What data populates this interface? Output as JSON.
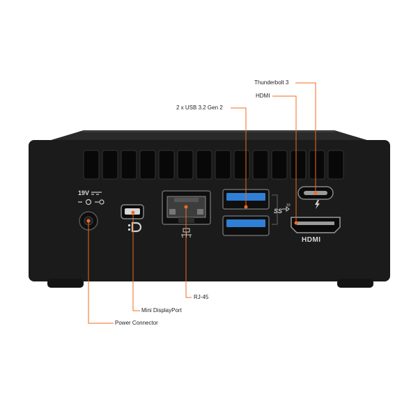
{
  "colors": {
    "leader": "#f26b1d",
    "chassis": "#1b1b1b",
    "port_blue": "#2f7fd6",
    "label_gray": "#cfcfcf"
  },
  "callouts": {
    "thunderbolt": "Thunderbolt 3",
    "hdmi": "HDMI",
    "usb": "2 x USB 3.2 Gen 2",
    "rj45": "RJ-45",
    "mini_dp": "Mini DisplayPort",
    "power": "Power Connector"
  },
  "port_markings": {
    "voltage": "19V",
    "hdmi_logo": "HDMI",
    "usb_logo": "SS",
    "usb_speed": "10"
  },
  "icons": [
    "dc-polarity-icon",
    "displayport-icon",
    "network-icon",
    "superspeed-usb-icon",
    "thunderbolt-bolt-icon",
    "hdmi-logo"
  ]
}
